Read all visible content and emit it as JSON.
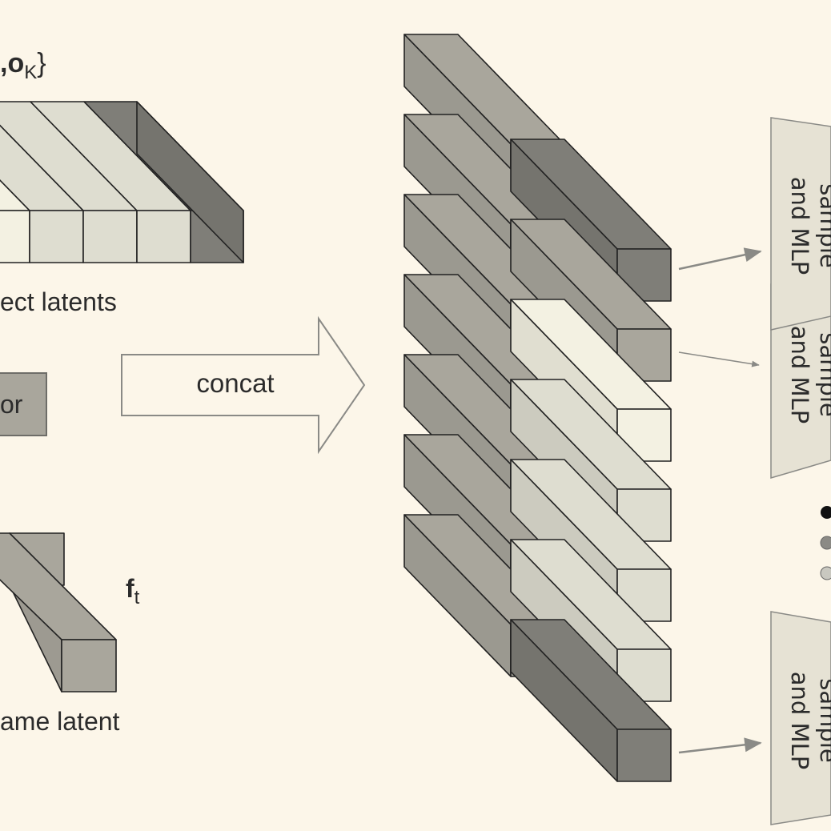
{
  "labels": {
    "top_set": ",o",
    "top_set_sub": "K",
    "top_set_close": "}",
    "object_latents": "ect latents",
    "encoder_fragment": "or",
    "concat": "concat",
    "frame_symbol": "f",
    "frame_symbol_sub": "t",
    "frame_latent": "ame latent"
  },
  "heads": [
    {
      "line1": "sample",
      "line2": "and MLP"
    },
    {
      "line1": "sample",
      "line2": "and MLP"
    },
    {
      "line1": "sample",
      "line2": "and MLP"
    }
  ],
  "colors": {
    "background": "#fcf6e9",
    "dark": "#7f7e78",
    "mid": "#a9a69c",
    "light": "#deddd0",
    "lightest": "#f3f1e2",
    "head_fill": "#e6e2d4",
    "head_stroke": "#8a8a86",
    "arrow": "#8a8a86"
  }
}
